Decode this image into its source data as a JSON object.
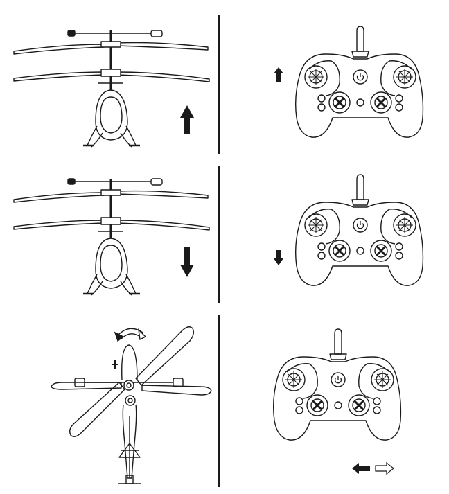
{
  "colors": {
    "ink": "#1a1a1a",
    "background": "#ffffff",
    "divider": "#1a1a1a"
  },
  "panels": [
    {
      "helicopter_view": "front",
      "indicator_icon": "arrow-up-icon",
      "controller_icon": "arrow-up-icon"
    },
    {
      "helicopter_view": "front",
      "indicator_icon": "arrow-down-icon",
      "controller_icon": "arrow-down-icon"
    },
    {
      "helicopter_view": "top",
      "indicator_icon": "rotate-arrow-icon",
      "controller_icon": "left-right-arrows-icon"
    }
  ],
  "icons": {
    "power": "power-icon",
    "antenna": "antenna-icon"
  }
}
